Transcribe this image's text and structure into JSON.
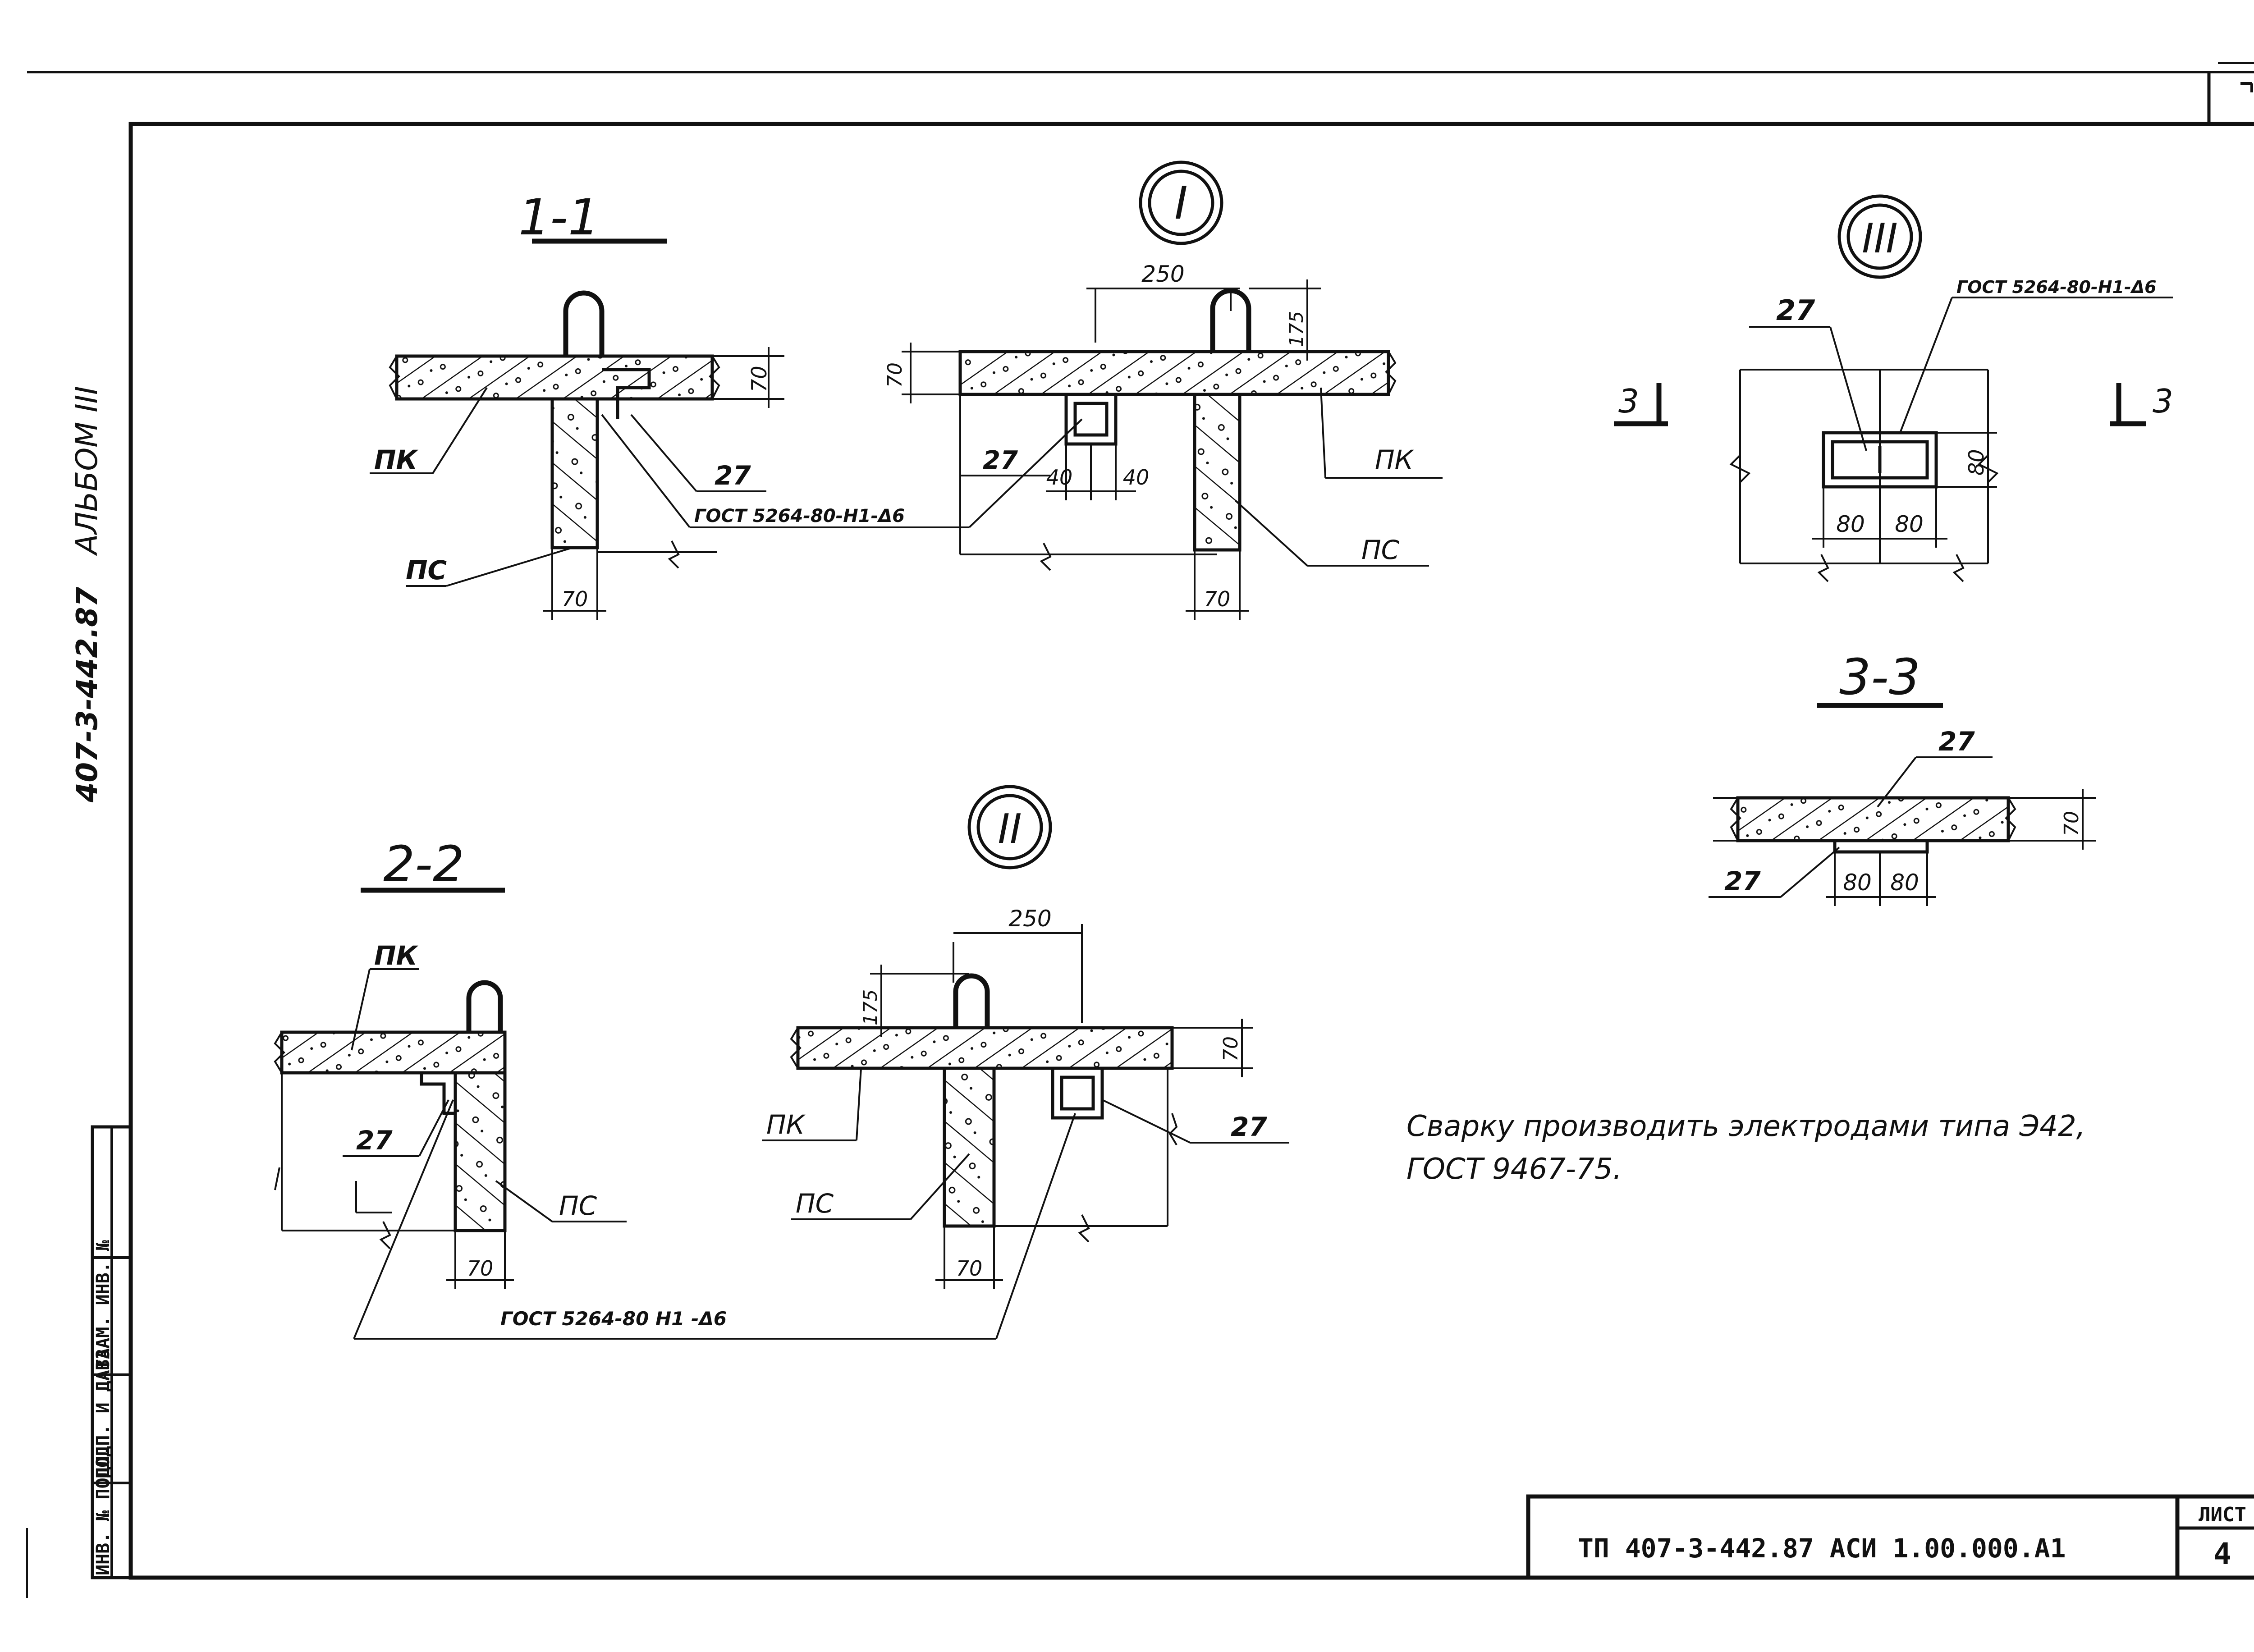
{
  "album": {
    "code": "407-3-442.87",
    "title": "АЛЬБОМ III"
  },
  "stamp_side": [
    "ИНВ. № ПОДЛ.",
    "ПОДП. И ДАТА",
    "ВЗАМ. ИНВ. №"
  ],
  "views": {
    "s11": {
      "title": "1-1"
    },
    "s22": {
      "title": "2-2"
    },
    "s33": {
      "title": "3-3"
    },
    "node1": {
      "title": "I"
    },
    "node2": {
      "title": "II"
    },
    "node3": {
      "title": "III"
    }
  },
  "labels": {
    "pk": "ПК",
    "ps": "ПС",
    "part27": "27",
    "gost_weld": "ГОСТ 5264-80-Н1-Δ6",
    "gost_weld_2": "ГОСТ 5264-80 Н1 -Δ6",
    "cut_mark": "3"
  },
  "dims": {
    "d70": "70",
    "d250": "250",
    "d175": "175",
    "d40": "40",
    "d80": "80"
  },
  "note": {
    "line1": "Сварку производить электродами типа Э42,",
    "line2": "ГОСТ 9467-75."
  },
  "title_block": {
    "code": "ТП 407-3-442.87  АСИ   1.00.000.А1",
    "sheet_label": "ЛИСТ",
    "sheet_no": "4"
  }
}
